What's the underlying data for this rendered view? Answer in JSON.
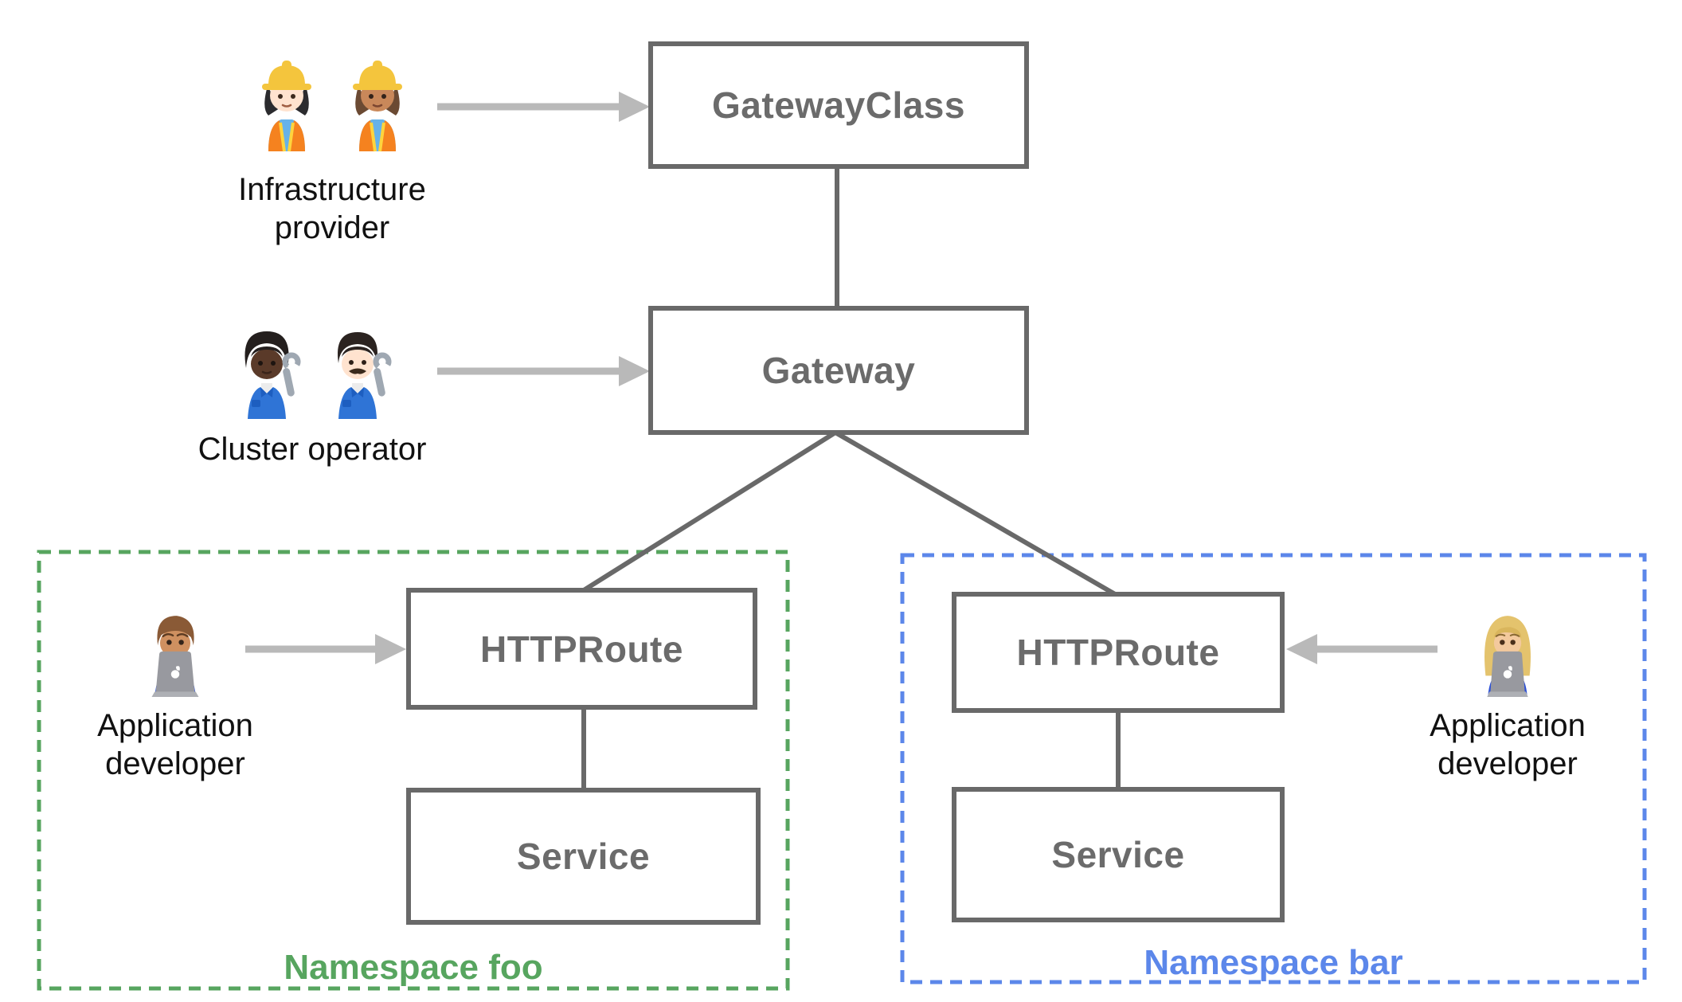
{
  "diagram": {
    "title_hint": "Gateway API resource model",
    "nodes": {
      "gatewayclass": {
        "label": "GatewayClass"
      },
      "gateway": {
        "label": "Gateway"
      },
      "httproute_foo": {
        "label": "HTTPRoute"
      },
      "service_foo": {
        "label": "Service"
      },
      "httproute_bar": {
        "label": "HTTPRoute"
      },
      "service_bar": {
        "label": "Service"
      }
    },
    "namespaces": {
      "foo": {
        "label": "Namespace foo",
        "color": "#57a55f",
        "border_style": "dashed"
      },
      "bar": {
        "label": "Namespace bar",
        "color": "#5c87ea",
        "border_style": "dashed"
      }
    },
    "actors": {
      "infrastructure_provider": {
        "label": "Infrastructure provider",
        "icons": [
          "woman-construction-worker-light-emoji",
          "woman-construction-worker-medium-emoji"
        ]
      },
      "cluster_operator": {
        "label": "Cluster operator",
        "icons": [
          "person-mechanic-dark-emoji",
          "man-mechanic-light-emoji"
        ]
      },
      "app_developer_foo": {
        "label": "Application developer",
        "icons": [
          "man-technologist-emoji"
        ]
      },
      "app_developer_bar": {
        "label": "Application developer",
        "icons": [
          "woman-technologist-emoji"
        ]
      }
    },
    "edges": [
      "gatewayclass-gateway",
      "gateway-httproute_foo",
      "gateway-httproute_bar",
      "httproute_foo-service_foo",
      "httproute_bar-service_bar"
    ],
    "arrows": [
      "infrastructure_provider-to-gatewayclass",
      "cluster_operator-to-gateway",
      "app_developer_foo-to-httproute_foo",
      "app_developer_bar-to-httproute_bar"
    ],
    "colors": {
      "line": "#696969",
      "box_text": "#6b6b6b",
      "arrow": "#b9b9b9",
      "label_text": "#111111",
      "namespace_foo": "#57a55f",
      "namespace_bar": "#5c87ea",
      "background": "#ffffff"
    }
  }
}
